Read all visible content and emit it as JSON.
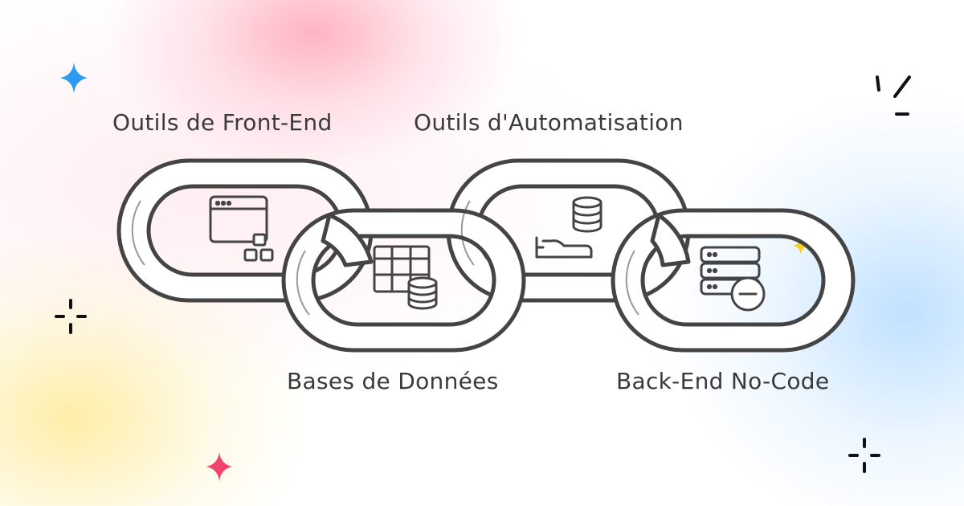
{
  "labels": {
    "frontend": "Outils de Front-End",
    "automation": "Outils d'Automatisation",
    "database": "Bases de Données",
    "backend": "Back-End No-Code"
  },
  "colors": {
    "stroke": "#444444",
    "link_fill": "#ffffff",
    "sparkle_blue": "#2b9bf4",
    "sparkle_pink": "#f2446b",
    "sparkle_yellow": "#f5d21f",
    "sparkle_dark": "#111111"
  },
  "icons": [
    "browser-window-icon",
    "table-database-icon",
    "database-stack-icon",
    "server-minus-icon"
  ]
}
